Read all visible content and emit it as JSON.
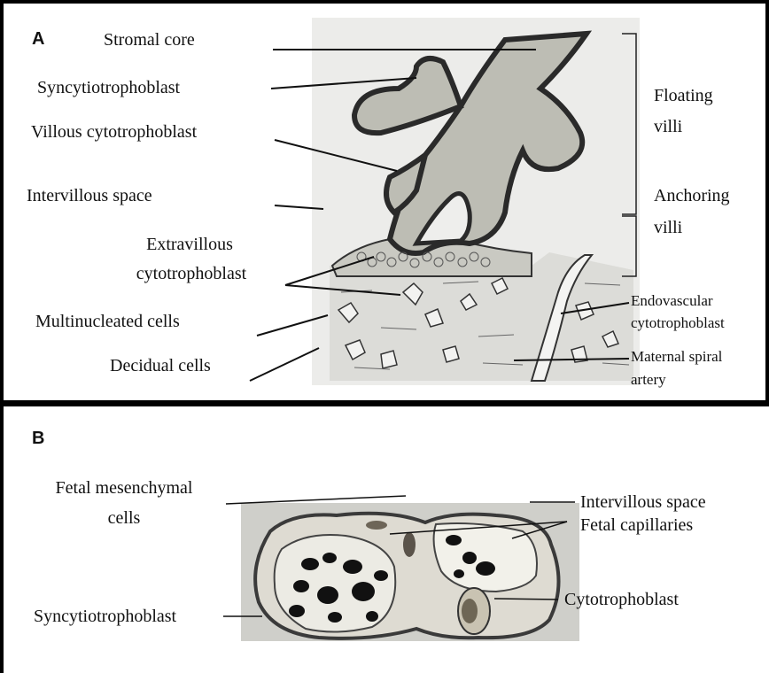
{
  "panel_a": {
    "letter": "A",
    "labels": {
      "stromal_core": "Stromal core",
      "syncytiotrophoblast": "Syncytiotrophoblast",
      "villous_cytotrophoblast": "Villous cytotrophoblast",
      "intervillous_space": "Intervillous space",
      "extravillous_1": "Extravillous",
      "extravillous_2": "cytotrophoblast",
      "multinucleated_cells": "Multinucleated cells",
      "decidual_cells": "Decidual cells",
      "floating_1": "Floating",
      "floating_2": "villi",
      "anchoring_1": "Anchoring",
      "anchoring_2": "villi",
      "endovascular_1": "Endovascular",
      "endovascular_2": "cytotrophoblast",
      "maternal_1": "Maternal spiral",
      "maternal_2": "artery"
    }
  },
  "panel_b": {
    "letter": "B",
    "labels": {
      "intervillous_space": "Intervillous space",
      "fetal_mesenchymal_1": "Fetal mesenchymal",
      "fetal_mesenchymal_2": "cells",
      "fetal_capillaries": "Fetal capillaries",
      "cytotrophoblast": "Cytotrophoblast",
      "syncytiotrophoblast": "Syncytiotrophoblast"
    }
  }
}
